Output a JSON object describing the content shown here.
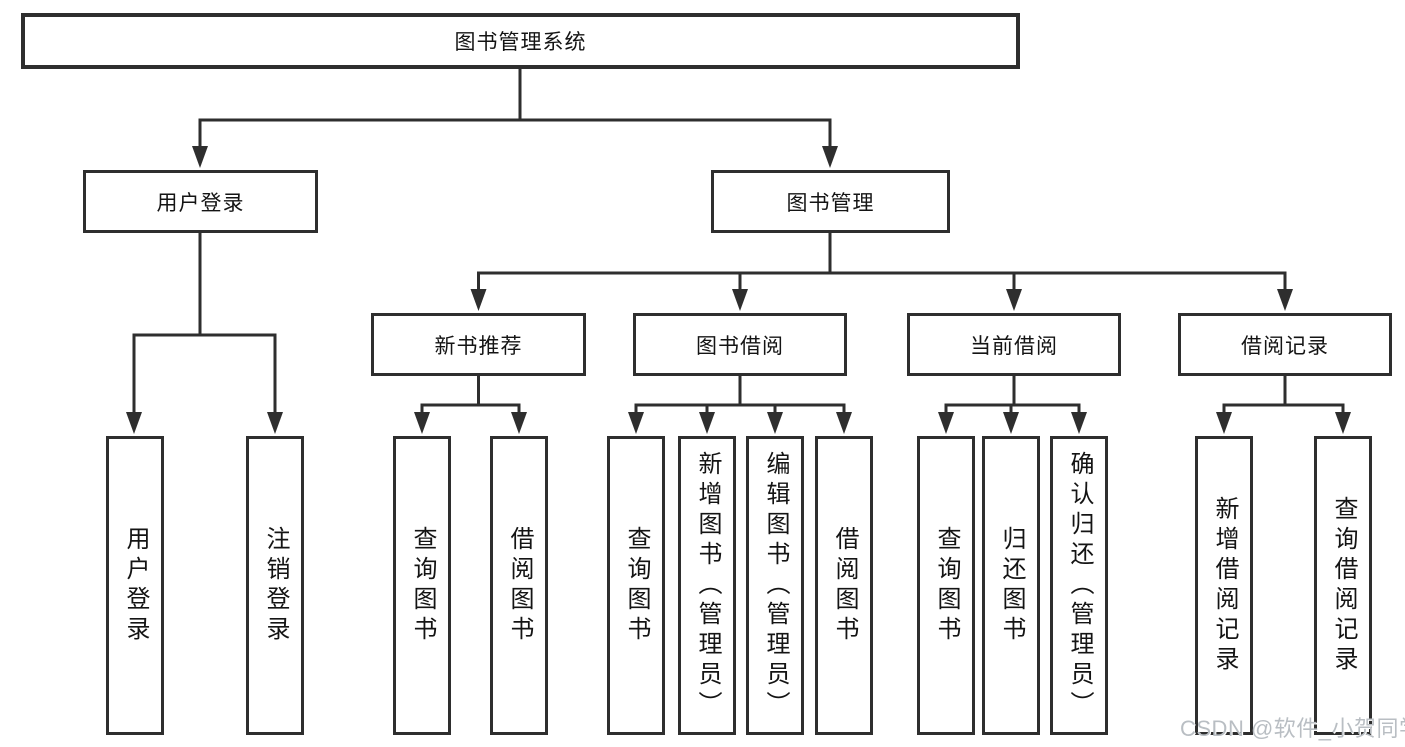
{
  "diagram": {
    "type": "tree",
    "nodes": {
      "root": "图书管理系统",
      "user_login": "用户登录",
      "book_mgmt": "图书管理",
      "user_login_leaf": "用户登录",
      "logout_leaf": "注销登录",
      "new_book_rec": "新书推荐",
      "book_borrow": "图书借阅",
      "current_borrow": "当前借阅",
      "borrow_records": "借阅记录",
      "query_books_1": "查询图书",
      "borrow_books_1": "借阅图书",
      "query_books_2": "查询图书",
      "add_books_admin": "新增图书（管理员）",
      "edit_books_admin": "编辑图书（管理员）",
      "borrow_books_2": "借阅图书",
      "query_books_3": "查询图书",
      "return_books": "归还图书",
      "confirm_return_admin": "确认归还（管理员）",
      "add_borrow_record": "新增借阅记录",
      "query_borrow_record": "查询借阅记录"
    },
    "hierarchy": {
      "图书管理系统": {
        "用户登录": [
          "用户登录",
          "注销登录"
        ],
        "图书管理": {
          "新书推荐": [
            "查询图书",
            "借阅图书"
          ],
          "图书借阅": [
            "查询图书",
            "新增图书（管理员）",
            "编辑图书（管理员）",
            "借阅图书"
          ],
          "当前借阅": [
            "查询图书",
            "归还图书",
            "确认归还（管理员）"
          ],
          "借阅记录": [
            "新增借阅记录",
            "查询借阅记录"
          ]
        }
      }
    },
    "colors": {
      "line": "#2e2e2e",
      "box_border": "#2e2e2e",
      "box_fill": "#ffffff",
      "text": "#141414",
      "watermark": "#b9bec3"
    }
  },
  "watermark": {
    "text": "CSDN @软件_小贺同学"
  }
}
